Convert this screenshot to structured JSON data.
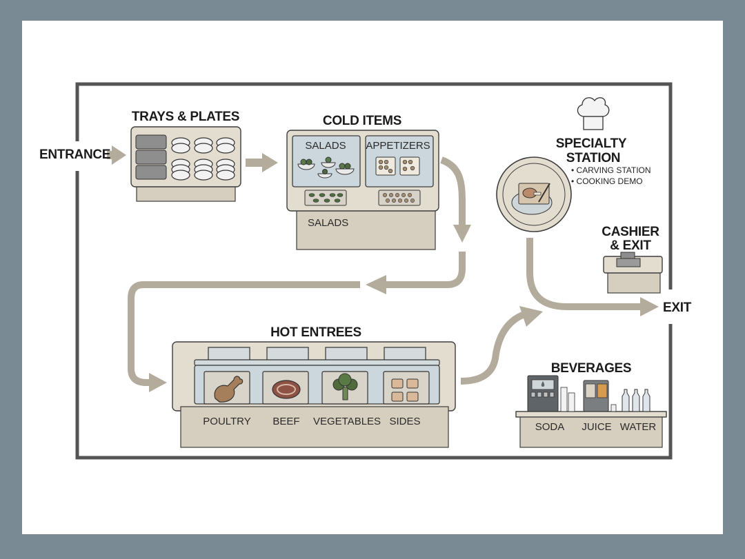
{
  "labels": {
    "entrance": "ENTRANCE",
    "exit": "EXIT",
    "trays_title": "TRAYS & PLATES",
    "cold_title": "COLD ITEMS",
    "cold_salads": "SALADS",
    "cold_appetizers": "APPETIZERS",
    "cold_bottom": "SALADS",
    "specialty_line1": "SPECIALTY",
    "specialty_line2": "STATION",
    "specialty_item1": "• CARVING STATION",
    "specialty_item2": "• COOKING DEMO",
    "cashier_line1": "CASHIER",
    "cashier_line2": "& EXIT",
    "hot_title": "HOT ENTREES",
    "beverages_title": "BEVERAGES"
  },
  "hot_items": [
    "POULTRY",
    "BEEF",
    "VEGETABLES",
    "SIDES"
  ],
  "beverage_items": [
    "SODA",
    "JUICE",
    "WATER"
  ],
  "icons": {
    "chef": "chef-hat-icon",
    "carving": "carving-plate-icon",
    "register": "cash-register-icon",
    "poultry": "drumstick-icon",
    "beef": "steak-icon",
    "vegetables": "broccoli-icon",
    "sides": "side-cups-icon",
    "soda": "soda-dispenser-icon",
    "juice": "juice-dispenser-icon",
    "water": "water-bottles-icon"
  },
  "colors": {
    "background": "#7a8a95",
    "paper": "#ffffff",
    "arrow": "#b3ab9c",
    "counter": "#e3ddd0",
    "glass": "#cbd7dc"
  }
}
